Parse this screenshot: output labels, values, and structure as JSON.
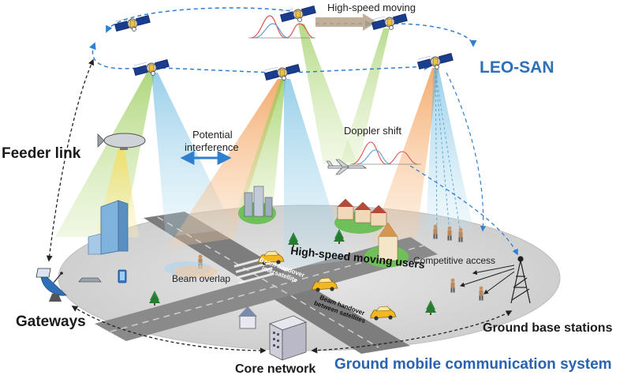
{
  "labels": {
    "high_speed_moving": "High-speed moving",
    "leo_san": "LEO-SAN",
    "potential_interference_line1": "Potential",
    "potential_interference_line2": "interference",
    "doppler_shift": "Doppler shift",
    "feeder_link": "Feeder link",
    "beam_overlap": "Beam overlap",
    "high_speed_moving_users": "High-speed moving users",
    "competitive_access": "Competitive access",
    "gateways": "Gateways",
    "ground_base_stations": "Ground base stations",
    "core_network": "Core network",
    "ground_mobile_system": "Ground mobile communication system",
    "beam_handover_intra_line1": "Beam handover",
    "beam_handover_intra_line2": "intersatellite",
    "beam_handover_between_line1": "Beam handover",
    "beam_handover_between_line2": "between satellites"
  },
  "icons": [
    "satellite-icon",
    "airship-icon",
    "airplane-icon",
    "satellite-dish-icon",
    "laptop-icon",
    "phone-icon",
    "car-icon",
    "building-icon",
    "house-icon",
    "tree-icon",
    "tower-icon",
    "server-icon",
    "person-icon"
  ],
  "colors": {
    "accent_blue": "#2f6fb8",
    "ground": "#d9d9d9",
    "road": "#808080",
    "beam_green": "#9ccc5a",
    "beam_blue": "#7cc4e4",
    "beam_orange": "#f39a4a",
    "beam_yellow": "#f6e27a",
    "link_blue": "#2f7fd1"
  }
}
